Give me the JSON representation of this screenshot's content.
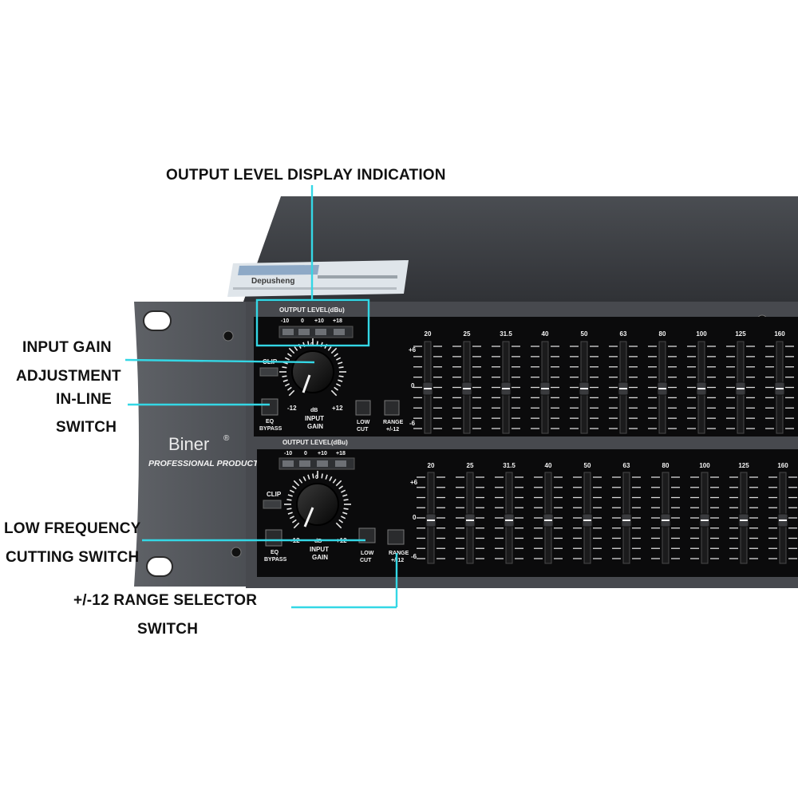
{
  "callouts": {
    "output_level": "OUTPUT LEVEL DISPLAY INDICATION",
    "input_gain_1": "INPUT GAIN",
    "input_gain_2": "ADJUSTMENT",
    "inline_1": "IN-LINE",
    "inline_2": "SWITCH",
    "low_freq_1": "LOW FREQUENCY",
    "low_freq_2": "CUTTING SWITCH",
    "range_1": "+/-12 RANGE SELECTOR",
    "range_2": "SWITCH"
  },
  "device": {
    "brand": "Biner",
    "brand_mark": "®",
    "tagline": "PROFESSIONAL PRODUCTS",
    "top_label_brand": "Depusheng",
    "output_level_title": "OUTPUT LEVEL(dBu)",
    "meter_scale": [
      "-10",
      "0",
      "+10",
      "+18"
    ],
    "clip_label": "CLIP",
    "eq_label": "EQ",
    "bypass_label": "BYPASS",
    "db_label": "dB",
    "gain_min": "-12",
    "gain_max": "+12",
    "gain_zero": "0",
    "input_label": "INPUT",
    "gain_label": "GAIN",
    "low_label": "LOW",
    "cut_label": "CUT",
    "range_label": "RANGE",
    "range_value": "+/-12",
    "fader_scale": [
      "+6",
      "0",
      "-6"
    ],
    "bands": [
      "20",
      "25",
      "31.5",
      "40",
      "50",
      "63",
      "80",
      "100",
      "125",
      "160"
    ]
  }
}
